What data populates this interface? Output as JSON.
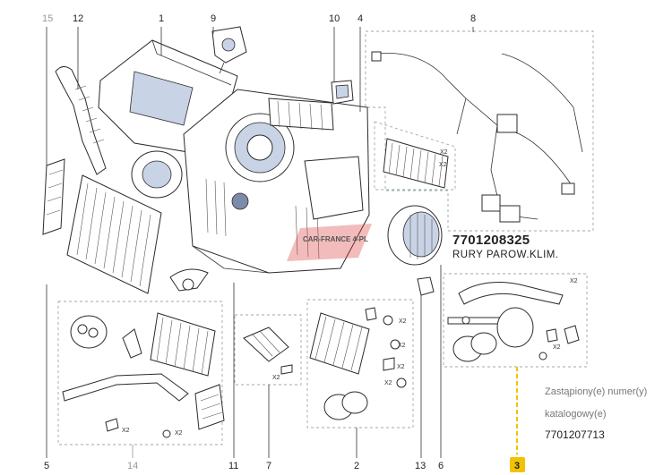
{
  "callouts": {
    "c15": "15",
    "c12": "12",
    "c1": "1",
    "c9": "9",
    "c10": "10",
    "c4": "4",
    "c8": "8",
    "c5": "5",
    "c14": "14",
    "c11": "11",
    "c7": "7",
    "c2": "2",
    "c13": "13",
    "c6": "6",
    "c3": "3"
  },
  "quantity_label": "X2",
  "part_info": {
    "number": "7701208325",
    "description": "RURY PAROW.KLIM."
  },
  "watermark": "CAR-FRANCE 4-PL",
  "replacement": {
    "line1": "Zastąpiony(e) numer(y)",
    "line2": "katalogowy(e)",
    "number": "7701207713"
  },
  "colors": {
    "line": "#2b2b2b",
    "dashed_box": "#9aa3a8",
    "shade": "#c9d3e6",
    "highlight_badge": "#f2c200",
    "grey_callout": "#9a9a9a"
  }
}
